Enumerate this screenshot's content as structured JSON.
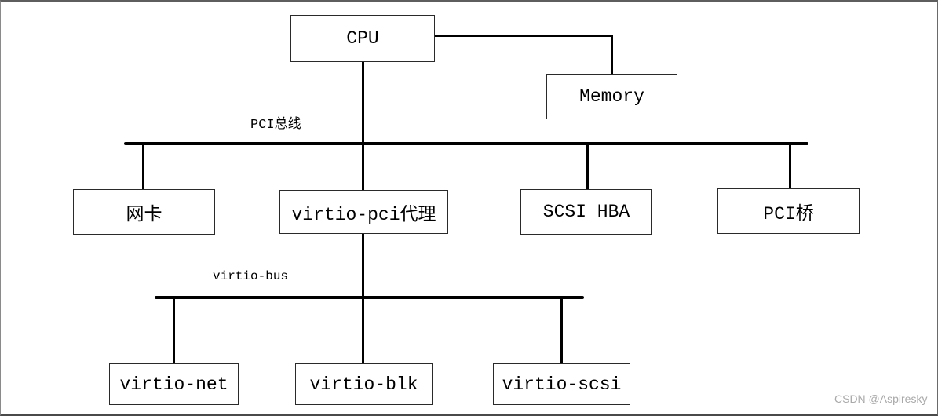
{
  "diagram": {
    "nodes": {
      "cpu": {
        "label": "CPU"
      },
      "memory": {
        "label": "Memory"
      },
      "nic": {
        "label": "网卡"
      },
      "virtio_pci_proxy": {
        "label": "virtio-pci代理"
      },
      "scsi_hba": {
        "label": "SCSI HBA"
      },
      "pci_bridge": {
        "label": "PCI桥"
      },
      "virtio_net": {
        "label": "virtio-net"
      },
      "virtio_blk": {
        "label": "virtio-blk"
      },
      "virtio_scsi": {
        "label": "virtio-scsi"
      }
    },
    "bus_labels": {
      "pci": "PCI总线",
      "virtio": "virtio-bus"
    },
    "colors": {
      "line": "#000000",
      "box_border": "#2a2a2a",
      "background": "#ffffff",
      "watermark_text": "#a9a9a9",
      "outer_border": "#5e5e5e"
    }
  },
  "watermark": {
    "text": "CSDN @Aspiresky"
  }
}
